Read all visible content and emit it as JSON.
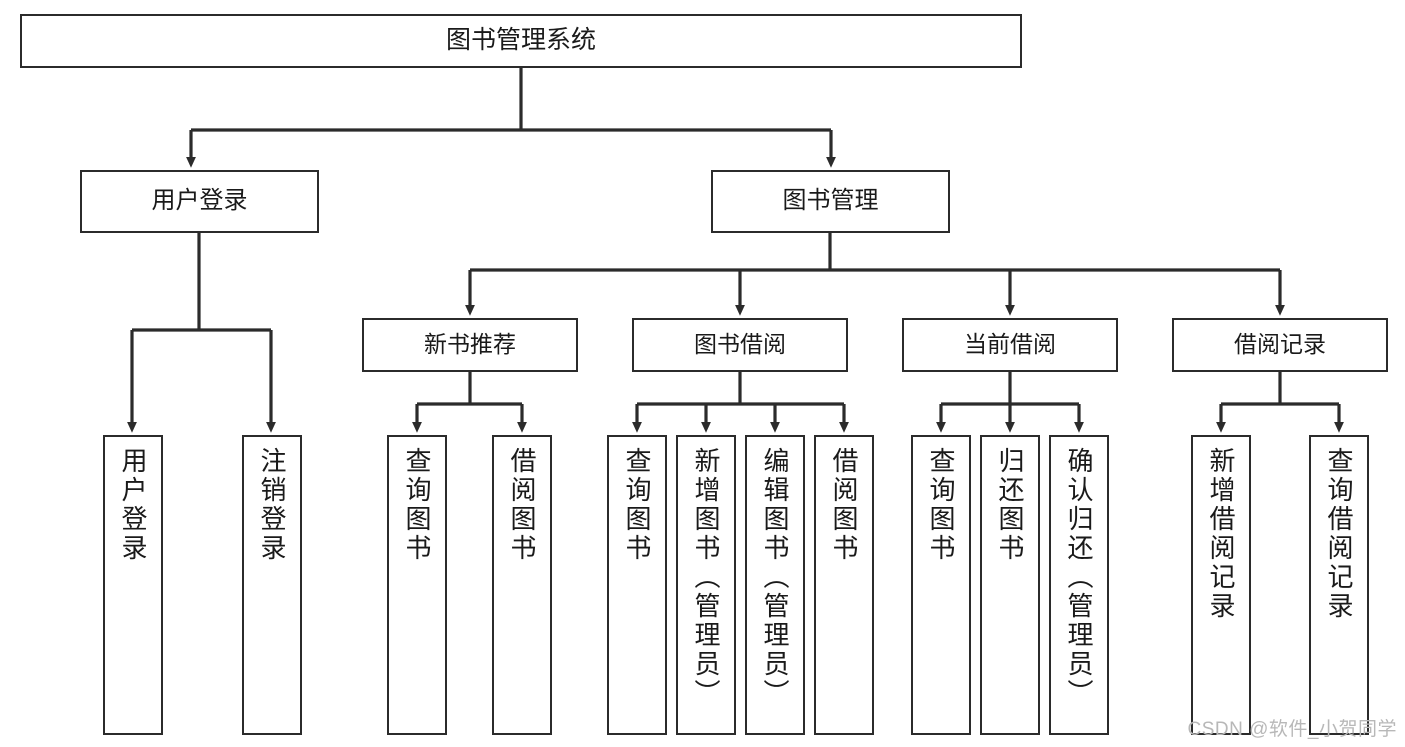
{
  "diagram": {
    "title": "图书管理系统",
    "type": "hierarchy-tree",
    "colors": {
      "box_border": "#2b2b2b",
      "box_fill": "#ffffff",
      "edge": "#2b2b2b",
      "text": "#1a1a1a",
      "watermark": "#b8b8b8",
      "background": "#ffffff"
    },
    "root": {
      "label": "图书管理系统"
    },
    "level1": [
      {
        "label": "用户登录"
      },
      {
        "label": "图书管理"
      }
    ],
    "level2": [
      {
        "label": "新书推荐"
      },
      {
        "label": "图书借阅"
      },
      {
        "label": "当前借阅"
      },
      {
        "label": "借阅记录"
      }
    ],
    "leaves": {
      "user_login": [
        {
          "label": "用户登录"
        },
        {
          "label": "注销登录"
        }
      ],
      "new_book_recommend": [
        {
          "label": "查询图书"
        },
        {
          "label": "借阅图书"
        }
      ],
      "book_borrow": [
        {
          "label": "查询图书"
        },
        {
          "label": "新增图书（管理员）"
        },
        {
          "label": "编辑图书（管理员）"
        },
        {
          "label": "借阅图书"
        }
      ],
      "current_borrow": [
        {
          "label": "查询图书"
        },
        {
          "label": "归还图书"
        },
        {
          "label": "确认归还（管理员）"
        }
      ],
      "borrow_record": [
        {
          "label": "新增借阅记录"
        },
        {
          "label": "查询借阅记录"
        }
      ]
    },
    "watermark": "CSDN @软件_小贺同学"
  }
}
